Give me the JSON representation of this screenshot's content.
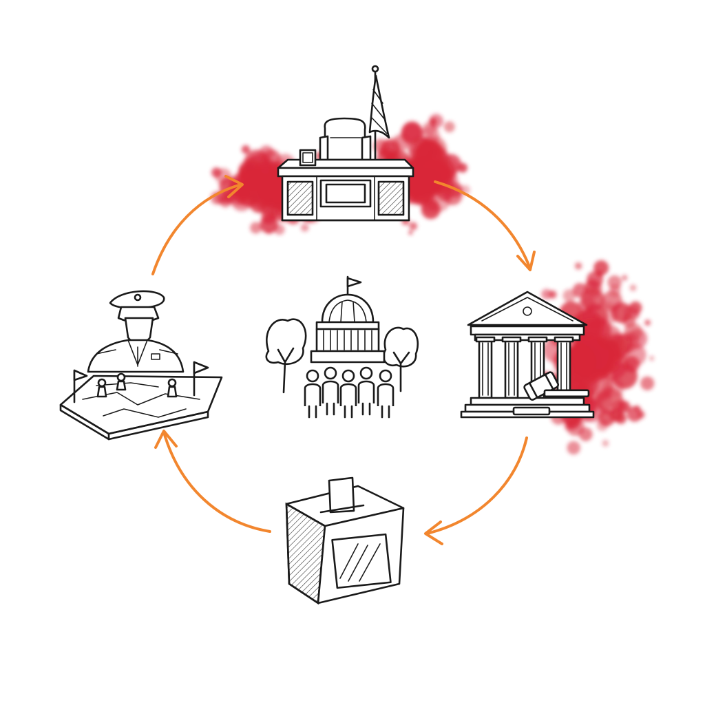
{
  "diagram": {
    "type": "cycle",
    "nodes": [
      {
        "id": "executive",
        "icon": "presidential-desk-icon",
        "splatter": true
      },
      {
        "id": "judiciary",
        "icon": "courthouse-gavel-icon",
        "splatter": true
      },
      {
        "id": "election",
        "icon": "ballot-box-icon",
        "splatter": false
      },
      {
        "id": "military",
        "icon": "military-officer-map-icon",
        "splatter": false
      }
    ],
    "center": {
      "icon": "capitol-citizens-icon"
    },
    "edges": [
      {
        "from": "executive",
        "to": "judiciary"
      },
      {
        "from": "judiciary",
        "to": "election"
      },
      {
        "from": "election",
        "to": "military"
      },
      {
        "from": "military",
        "to": "executive"
      }
    ]
  },
  "colors": {
    "arrow": "#f2862e",
    "splatter": "#d9263a",
    "ink": "#1a1a1a",
    "background": "#ffffff"
  }
}
